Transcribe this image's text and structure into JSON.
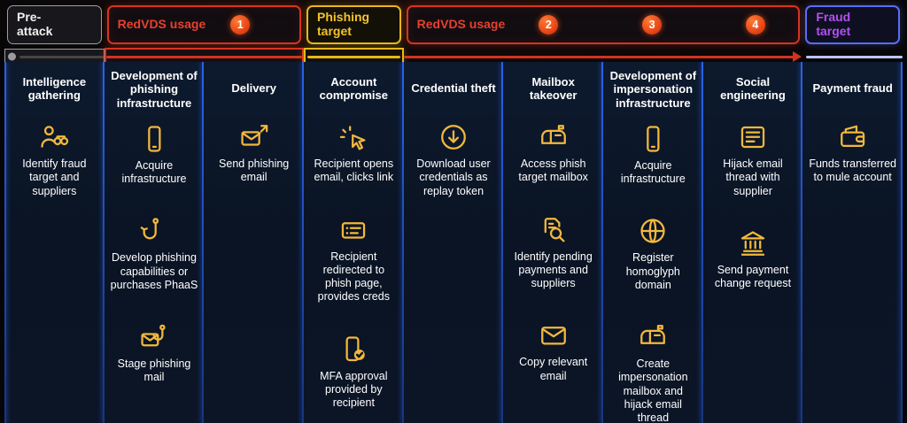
{
  "bands": [
    {
      "label": "Pre-attack",
      "style": "gray",
      "span": 1,
      "badges": []
    },
    {
      "label": "RedVDS usage",
      "style": "red",
      "span": 2,
      "badges": [
        "1"
      ]
    },
    {
      "label": "Phishing target",
      "style": "yellow",
      "span": 1,
      "badges": []
    },
    {
      "label": "RedVDS usage",
      "style": "red",
      "span": 4,
      "badges": [
        "2",
        "3",
        "4"
      ]
    },
    {
      "label": "Fraud target",
      "style": "purple",
      "span": 1,
      "badges": []
    }
  ],
  "timeline": {
    "segments": [
      {
        "style": "gray",
        "span": 1
      },
      {
        "style": "red",
        "span": 2
      },
      {
        "style": "yellow",
        "span": 1
      },
      {
        "style": "red-arrow",
        "span": 4
      },
      {
        "style": "lavender",
        "span": 1
      }
    ]
  },
  "columns": [
    {
      "title": "Intelligence gathering",
      "steps": [
        {
          "icon": "spy-binoculars-icon",
          "text": "Identify fraud target and suppliers"
        }
      ]
    },
    {
      "title": "Development of phishing infrastructure",
      "steps": [
        {
          "icon": "smartphone-icon",
          "text": "Acquire infrastructure"
        },
        {
          "icon": "fishhook-icon",
          "text": "Develop phishing capabilities or purchases PhaaS"
        },
        {
          "icon": "mail-hook-icon",
          "text": "Stage phishing mail"
        }
      ]
    },
    {
      "title": "Delivery",
      "steps": [
        {
          "icon": "send-mail-icon",
          "text": "Send phishing email"
        }
      ]
    },
    {
      "title": "Account compromise",
      "steps": [
        {
          "icon": "cursor-click-icon",
          "text": "Recipient opens email, clicks link"
        },
        {
          "icon": "credential-form-icon",
          "text": "Recipient redirected to phish page, provides creds"
        },
        {
          "icon": "phone-check-icon",
          "text": "MFA approval provided by recipient"
        }
      ]
    },
    {
      "title": "Credential theft",
      "steps": [
        {
          "icon": "download-circle-icon",
          "text": "Download user credentials as replay token"
        }
      ]
    },
    {
      "title": "Mailbox takeover",
      "steps": [
        {
          "icon": "mailbox-icon",
          "text": "Access phish target mailbox"
        },
        {
          "icon": "document-search-icon",
          "text": "Identify pending payments and suppliers"
        },
        {
          "icon": "mail-icon",
          "text": "Copy relevant email"
        }
      ]
    },
    {
      "title": "Development of impersonation infrastructure",
      "steps": [
        {
          "icon": "smartphone-icon",
          "text": "Acquire infrastructure"
        },
        {
          "icon": "globe-icon",
          "text": "Register homoglyph domain"
        },
        {
          "icon": "mailbox-icon",
          "text": "Create impersonation mailbox and hijack email thread"
        }
      ]
    },
    {
      "title": "Social engineering",
      "steps": [
        {
          "icon": "email-thread-icon",
          "text": "Hijack email thread with supplier"
        },
        {
          "icon": "bank-icon",
          "text": "Send payment change request"
        }
      ]
    },
    {
      "title": "Payment fraud",
      "steps": [
        {
          "icon": "wallet-icon",
          "text": "Funds transferred to mule account"
        }
      ]
    }
  ],
  "colors": {
    "gold": "#f2b83c",
    "red": "#e8402e",
    "red-border": "#d63420",
    "red-line": "#d23321",
    "yellow": "#e9b61a",
    "purple": "#b44ff0",
    "lavender": "#bcc4f4",
    "blue": "#2a62e8",
    "gray-border": "#9f9f9f",
    "badge-hi": "#ff7a33",
    "badge-lo": "#e23d12"
  }
}
